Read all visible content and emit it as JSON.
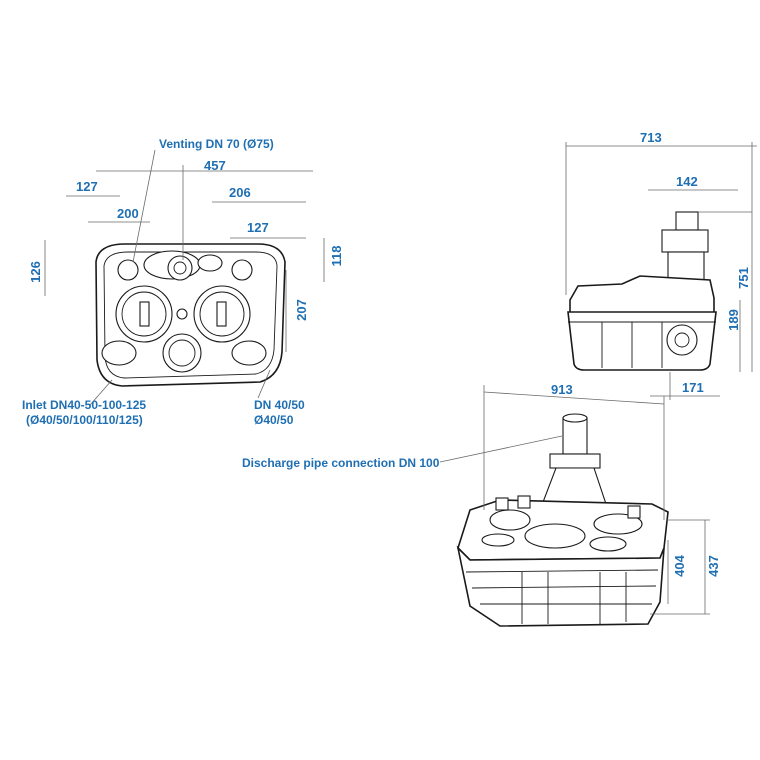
{
  "dimensions": {
    "top_view": {
      "d457": "457",
      "d127a": "127",
      "d200": "200",
      "d206": "206",
      "d127b": "127",
      "d126": "126",
      "d118": "118",
      "d207": "207"
    },
    "side_view": {
      "d713": "713",
      "d142": "142",
      "d751": "751",
      "d189": "189",
      "d171": "171"
    },
    "iso_view": {
      "d913": "913",
      "d404": "404",
      "d437": "437"
    }
  },
  "labels": {
    "venting": "Venting DN 70 (Ø75)",
    "inlet_line1": "Inlet DN40-50-100-125",
    "inlet_line2": "(Ø40/50/100/110/125)",
    "dn4050_line1": "DN 40/50",
    "dn4050_line2": "Ø40/50",
    "discharge": "Discharge pipe connection DN 100"
  }
}
